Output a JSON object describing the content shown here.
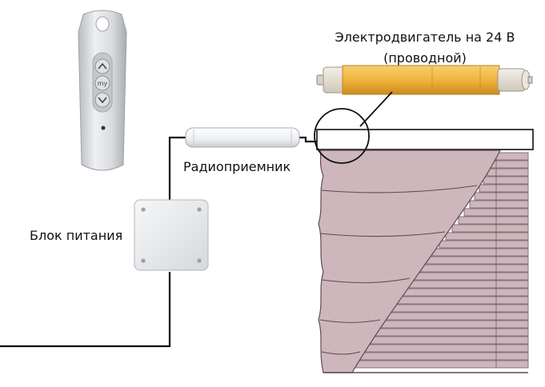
{
  "labels": {
    "motor_line1": "Электродвигатель на 24 В",
    "motor_line2": "(проводной)",
    "receiver": "Радиоприемник",
    "power_supply": "Блок питания"
  },
  "remote": {
    "center_button": "my"
  },
  "colors": {
    "motor_tube": "#f1b43c",
    "blind_fabric": "#cdb7bd",
    "remote_body": "#d4d6d9",
    "cable": "#111111"
  }
}
